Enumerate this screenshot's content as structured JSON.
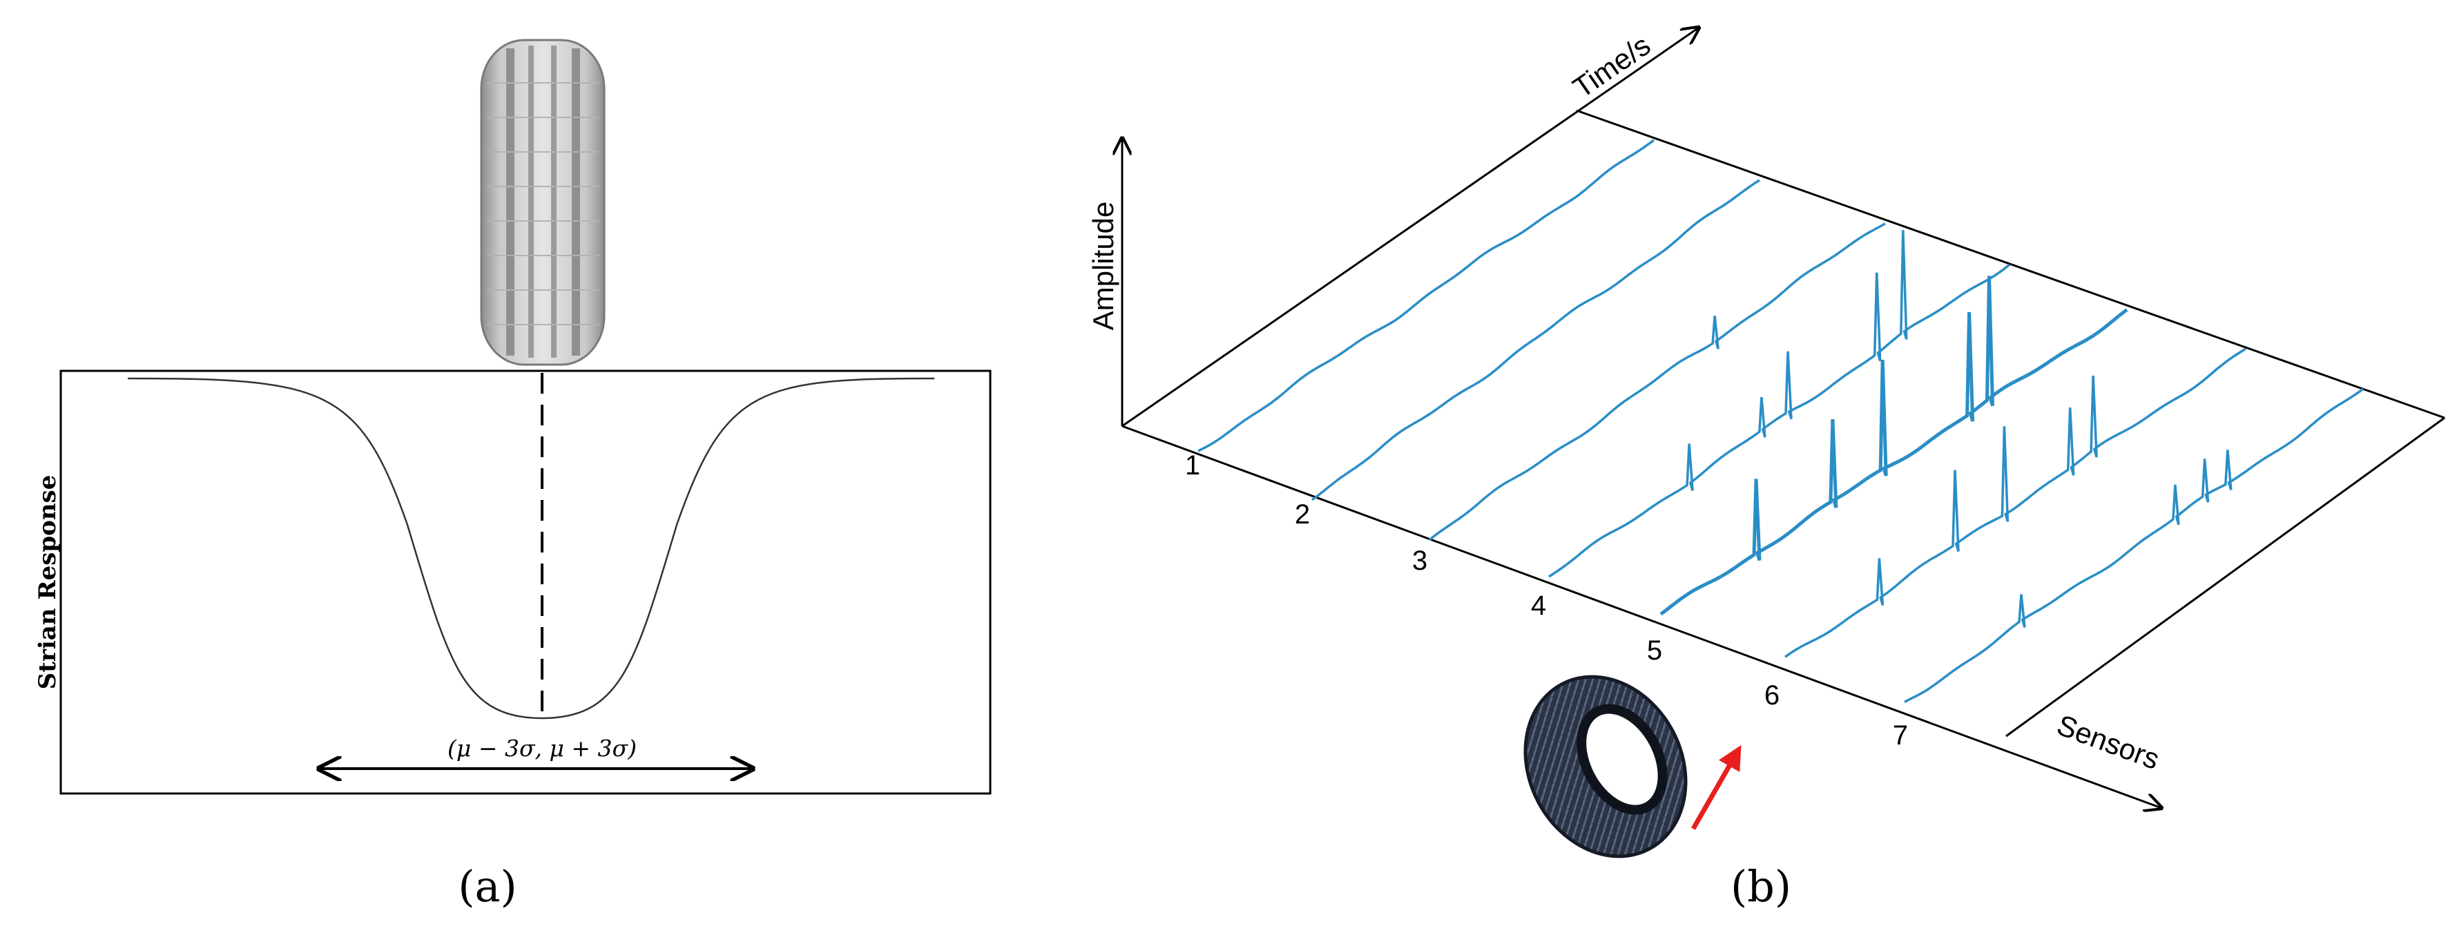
{
  "panel_a": {
    "y_label": "Strian Response",
    "range_label": "(μ − 3σ, μ + 3σ)",
    "caption": "(a)"
  },
  "panel_b": {
    "axis_amplitude": "Amplitude",
    "axis_time": "Time/s",
    "axis_sensors": "Sensors",
    "sensor_labels": [
      "1",
      "2",
      "3",
      "4",
      "5",
      "6",
      "7"
    ],
    "caption": "(b)"
  },
  "colors": {
    "signal": "#2a8ec6",
    "arrow": "#e8201d",
    "tire_light": "#cfcfcf",
    "tire_dark": "#1b2230"
  }
}
